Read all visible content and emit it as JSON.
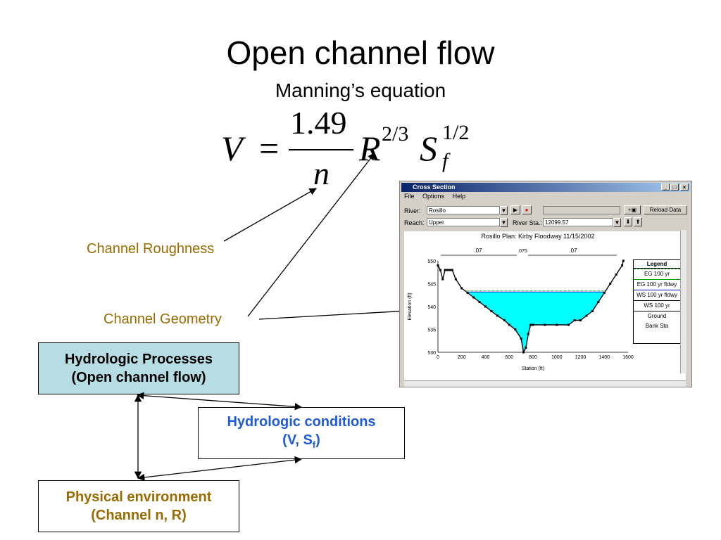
{
  "slide": {
    "title": "Open channel flow",
    "subtitle": "Manning’s equation"
  },
  "equation": {
    "lhs": "V",
    "equals": "=",
    "numerator": "1.49",
    "denominator": "n",
    "r": "R",
    "r_exponent": "2/3",
    "s": "S",
    "s_exponent": "1/2",
    "s_subscript": "f"
  },
  "labels": {
    "roughness": "Channel Roughness",
    "geometry": "Channel Geometry"
  },
  "boxes": {
    "processes": {
      "line1": "Hydrologic Processes",
      "line2": "(Open channel flow)"
    },
    "conditions": {
      "line1": "Hydrologic conditions",
      "line2_prefix": "(V, S",
      "line2_sub": "f",
      "line2_suffix": ")"
    },
    "environment": {
      "line1": "Physical environment",
      "line2": "(Channel n, R)"
    }
  },
  "colors": {
    "brown": "#9a6b00",
    "blue": "#1f5bd8",
    "box_fill": "#b6dde3",
    "water": "#00ffff"
  },
  "window": {
    "title": "Cross Section",
    "controls": [
      "_",
      "□",
      "×"
    ],
    "menu": [
      "File",
      "Options",
      "Help"
    ],
    "river_label": "River:",
    "river_value": "Rosillo",
    "reach_label": "Reach:",
    "reach_value": "Upper",
    "river_sta_label": "River Sta.:",
    "river_sta_value": "12099.57",
    "reload_label": "Reload Data",
    "plot_title": "Rosillo      Plan: Kirby Floodway      11/15/2002",
    "n_left": ".07",
    "n_mid": ".075",
    "n_right": ".07",
    "legend": {
      "title": "Legend",
      "items": [
        "EG 100 yr",
        "EG 100 yr fldwy",
        "WS 100 yr fldwy",
        "WS 100 yr",
        "Ground",
        "Bank Sta"
      ]
    }
  },
  "chart_data": {
    "type": "area",
    "xlabel": "Station (ft)",
    "ylabel": "Elevation (ft)",
    "xlim": [
      0,
      1600
    ],
    "ylim": [
      530,
      550
    ],
    "xticks": [
      0,
      200,
      400,
      600,
      800,
      1000,
      1200,
      1400,
      1600
    ],
    "yticks": [
      530,
      535,
      540,
      545,
      550
    ],
    "water_surface": 543.2,
    "series": [
      {
        "name": "Ground",
        "x": [
          0,
          20,
          40,
          60,
          80,
          100,
          120,
          150,
          200,
          250,
          300,
          350,
          400,
          450,
          500,
          560,
          600,
          650,
          700,
          720,
          740,
          760,
          780,
          800,
          900,
          1000,
          1100,
          1150,
          1200,
          1250,
          1300,
          1350,
          1400,
          1450,
          1500,
          1550,
          1560
        ],
        "y": [
          549,
          548,
          546,
          548,
          548,
          548,
          548,
          546,
          544,
          543,
          542,
          541,
          540,
          539,
          538,
          537,
          536,
          535,
          533,
          530,
          531,
          534,
          536,
          536,
          536,
          536,
          536,
          537,
          537,
          538,
          539,
          541,
          543,
          545,
          547,
          549,
          550
        ]
      }
    ]
  }
}
